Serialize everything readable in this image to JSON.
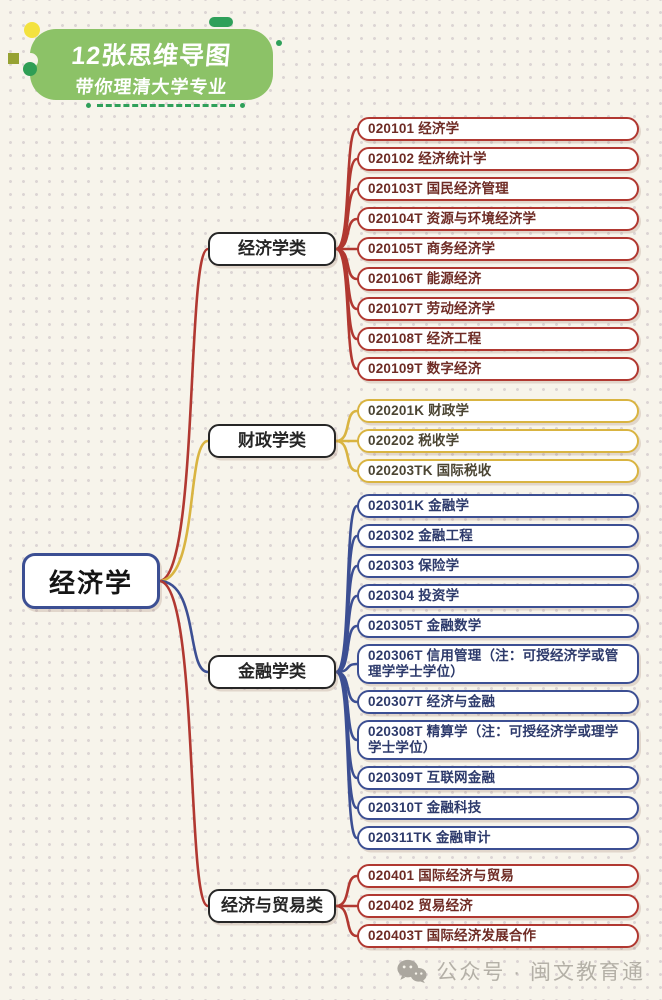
{
  "header": {
    "badge_line1": "12张思维导图",
    "badge_line2": "带你理清大学专业",
    "badge_color": "#8cc267",
    "accent_green": "#2fa05a"
  },
  "root": {
    "label": "经济学",
    "color": "#3c4f93"
  },
  "branches": [
    {
      "label": "经济学类",
      "color": "#b13831",
      "text_color": "#6e2b24",
      "children": [
        "020101 经济学",
        "020102 经济统计学",
        "020103T 国民经济管理",
        "020104T 资源与环境经济学",
        "020105T 商务经济学",
        "020106T 能源经济",
        "020107T 劳动经济学",
        "020108T 经济工程",
        "020109T 数字经济"
      ]
    },
    {
      "label": "财政学类",
      "color": "#d9b441",
      "text_color": "#4b4533",
      "children": [
        "020201K 财政学",
        "020202 税收学",
        "020203TK 国际税收"
      ]
    },
    {
      "label": "金融学类",
      "color": "#3c4f93",
      "text_color": "#2d3a6b",
      "children": [
        "020301K 金融学",
        "020302 金融工程",
        "020303 保险学",
        "020304 投资学",
        "020305T 金融数学",
        "020306T 信用管理（注：可授经济学或管理学学士学位）",
        "020307T 经济与金融",
        "020308T 精算学（注：可授经济学或理学学士学位）",
        "020309T 互联网金融",
        "020310T 金融科技",
        "020311TK 金融审计"
      ]
    },
    {
      "label": "经济与贸易类",
      "color": "#b13831",
      "text_color": "#6e2b24",
      "children": [
        "020401 国际经济与贸易",
        "020402 贸易经济",
        "020403T 国际经济发展合作"
      ]
    }
  ],
  "footer": {
    "text": "公众号 · 闽文教育通"
  }
}
